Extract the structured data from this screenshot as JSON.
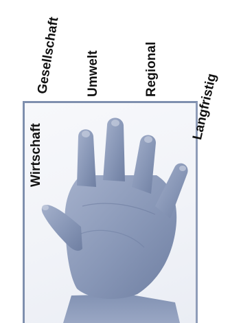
{
  "labels": {
    "wirtschaft": "Wirtschaft",
    "gesellschaft": "Gesellschaft",
    "umwelt": "Umwelt",
    "regional": "Regional",
    "langfristig": "Langfristig"
  },
  "colors": {
    "frame": "#7e8fae",
    "hand": "#8d9bbb",
    "label": "#111111"
  }
}
